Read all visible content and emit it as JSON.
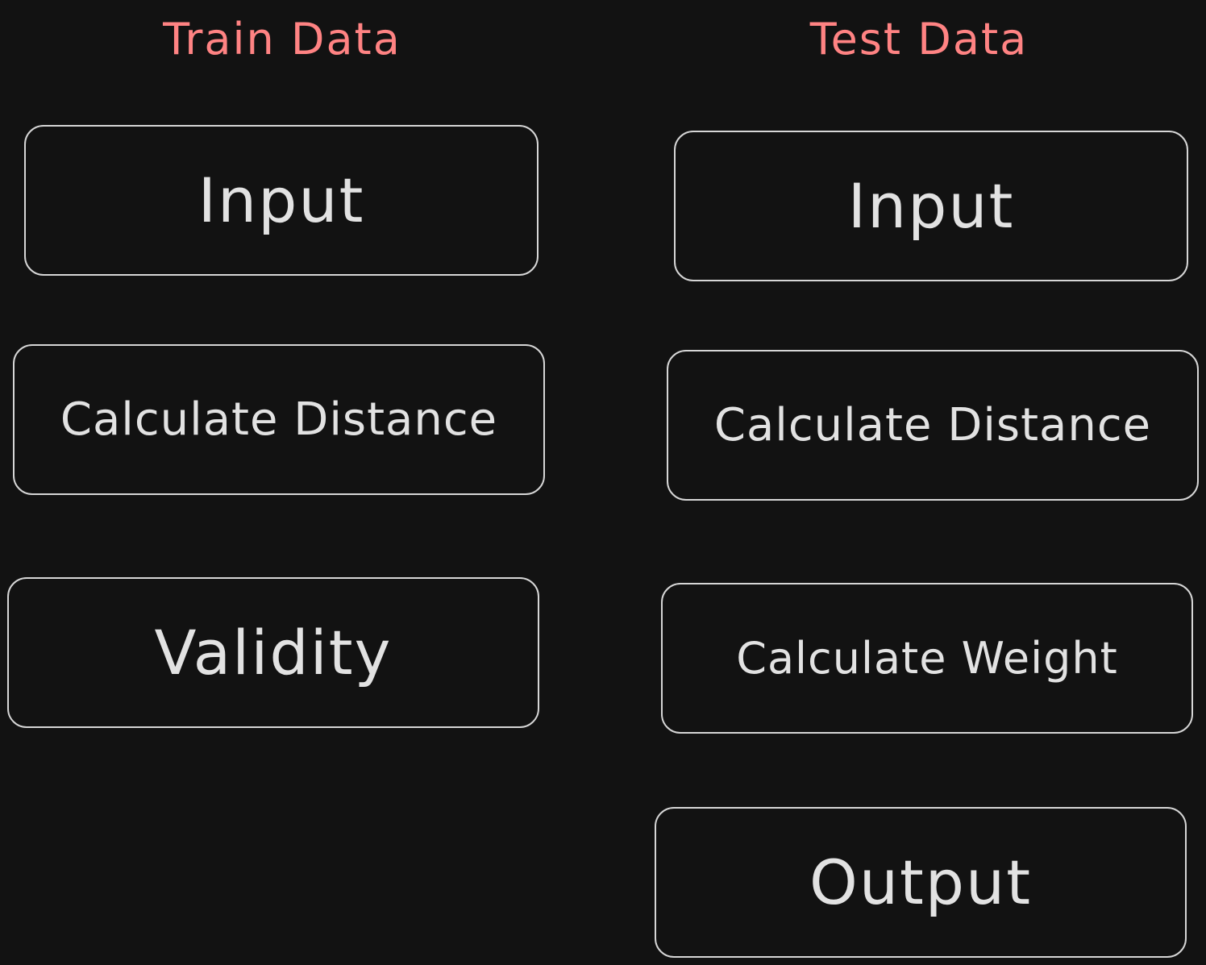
{
  "train": {
    "title": "Train Data",
    "steps": {
      "input": "Input",
      "distance": "Calculate Distance",
      "validity": "Validity"
    }
  },
  "test": {
    "title": "Test Data",
    "steps": {
      "input": "Input",
      "distance": "Calculate Distance",
      "weight": "Calculate Weight",
      "output": "Output"
    }
  },
  "colors": {
    "background": "#121212",
    "title": "#ff8383",
    "box_border": "#d6d6d6",
    "box_text": "#e2e2e2"
  }
}
